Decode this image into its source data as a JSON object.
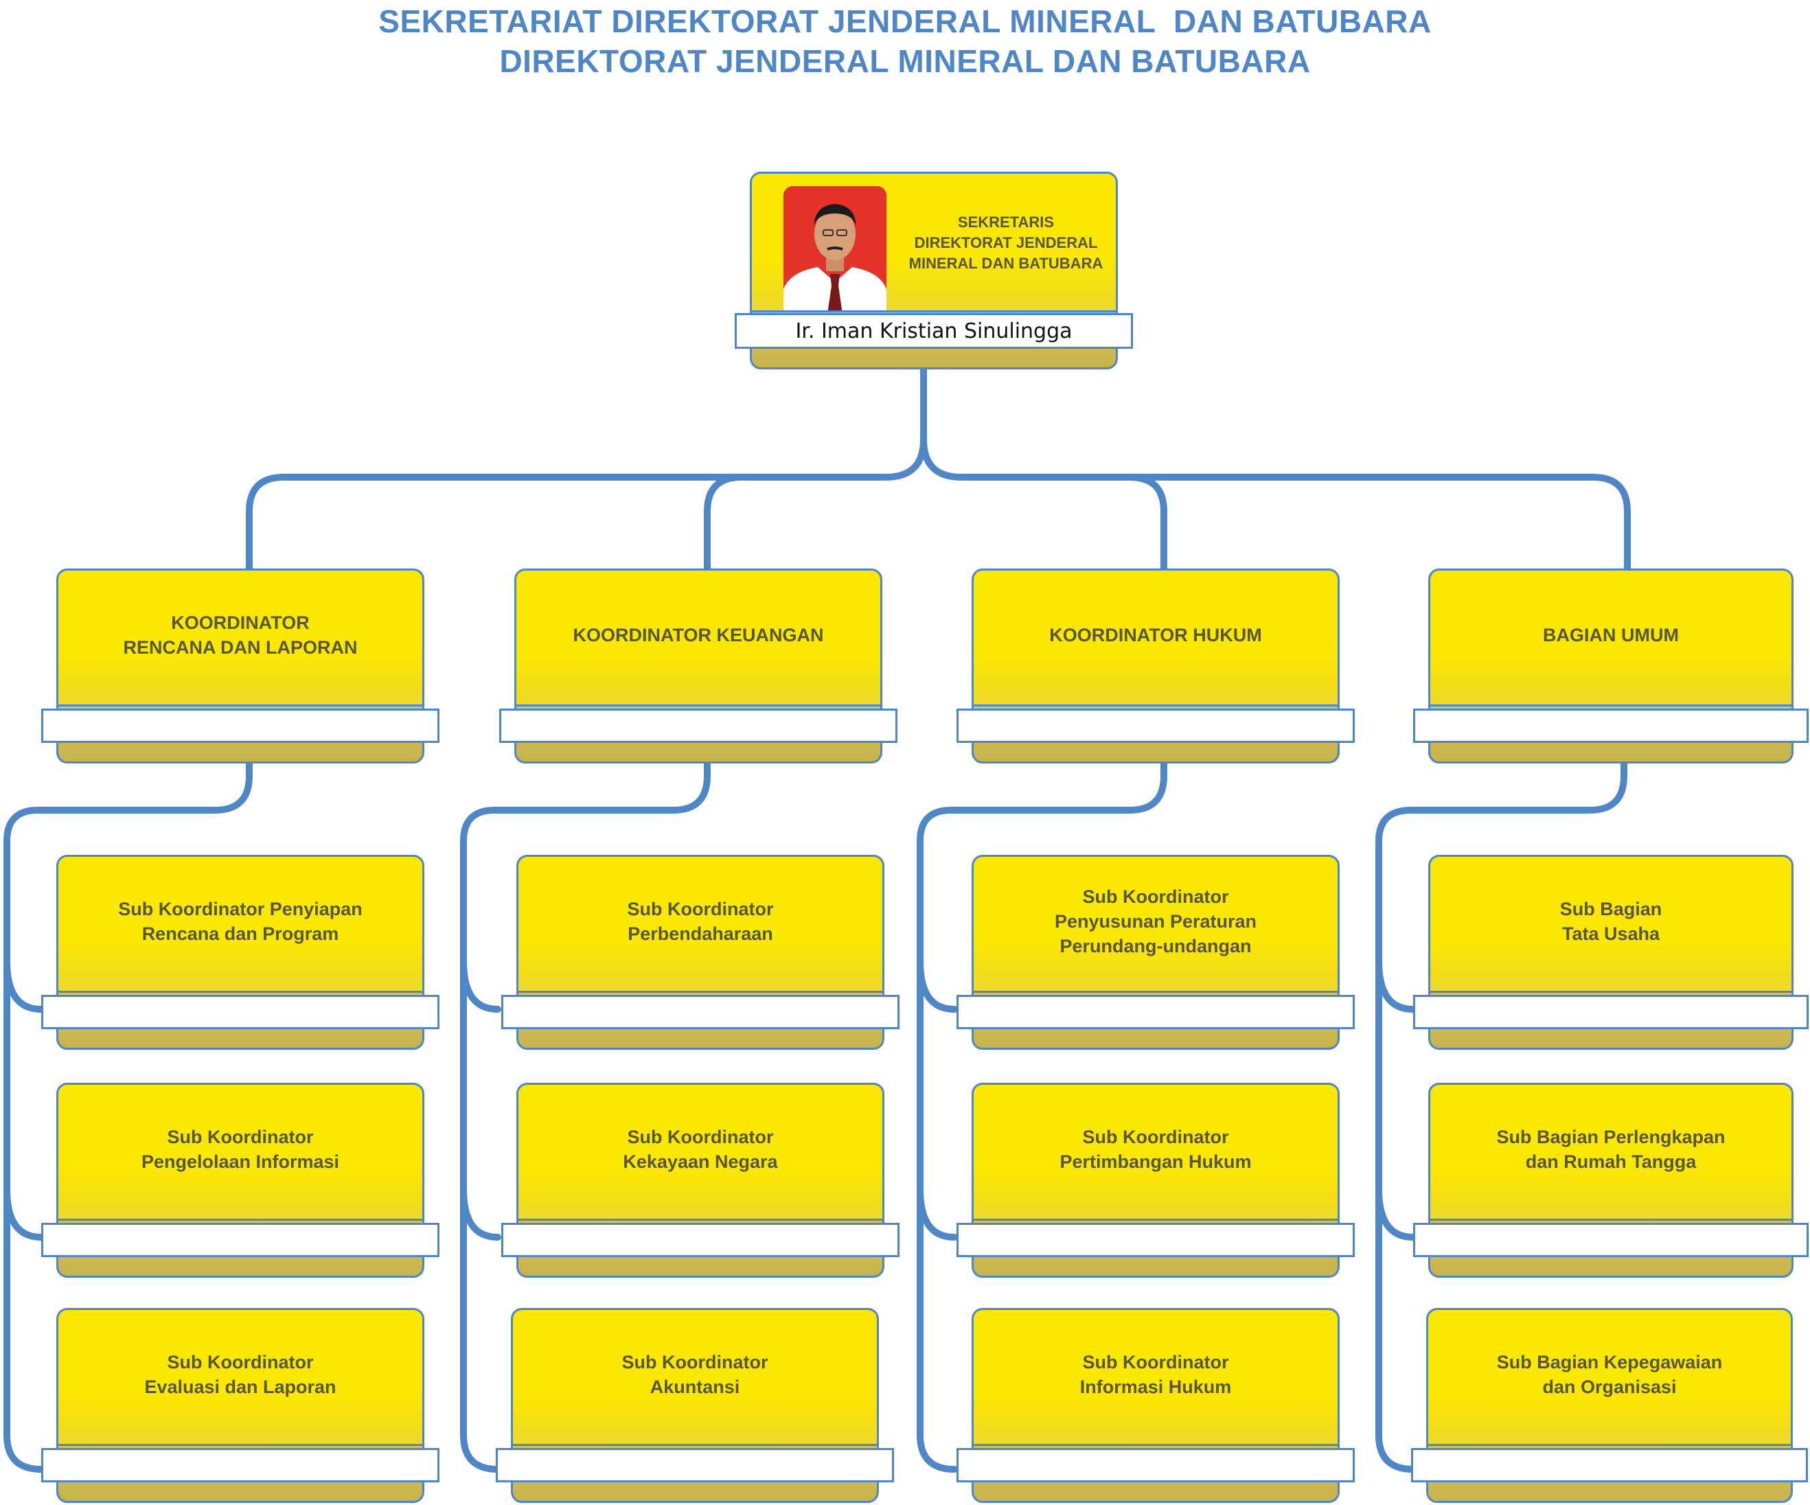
{
  "title": {
    "line1": "SEKRETARIAT DIREKTORAT JENDERAL MINERAL  DAN BATUBARA",
    "line2": "DIREKTORAT JENDERAL MINERAL DAN BATUBARA"
  },
  "head": {
    "label": "SEKRETARIS\nDIREKTORAT JENDERAL\nMINERAL DAN BATUBARA",
    "name": "Ir. Iman Kristian Sinulingga"
  },
  "units": [
    {
      "label": "KOORDINATOR\nRENCANA DAN LAPORAN",
      "subs": [
        "Sub Koordinator Penyiapan\nRencana  dan Program",
        "Sub Koordinator\nPengelolaan Informasi",
        "Sub Koordinator\nEvaluasi dan Laporan"
      ]
    },
    {
      "label": "KOORDINATOR KEUANGAN",
      "subs": [
        "Sub Koordinator\nPerbendaharaan",
        "Sub Koordinator\nKekayaan Negara",
        "Sub Koordinator\nAkuntansi"
      ]
    },
    {
      "label": "KOORDINATOR HUKUM",
      "subs": [
        "Sub Koordinator\nPenyusunan Peraturan\nPerundang-undangan",
        "Sub Koordinator\nPertimbangan Hukum",
        "Sub Koordinator\nInformasi Hukum"
      ]
    },
    {
      "label": "BAGIAN UMUM",
      "subs": [
        "Sub Bagian\nTata Usaha",
        "Sub Bagian Perlengkapan\ndan Rumah Tangga",
        "Sub Bagian Kepegawaian\ndan Organisasi"
      ]
    }
  ],
  "colors": {
    "title": "#4f86c6",
    "connector": "#4f86c6",
    "box_fill": "#fbe800",
    "box_border": "#4f86c6",
    "text": "#58563c"
  }
}
